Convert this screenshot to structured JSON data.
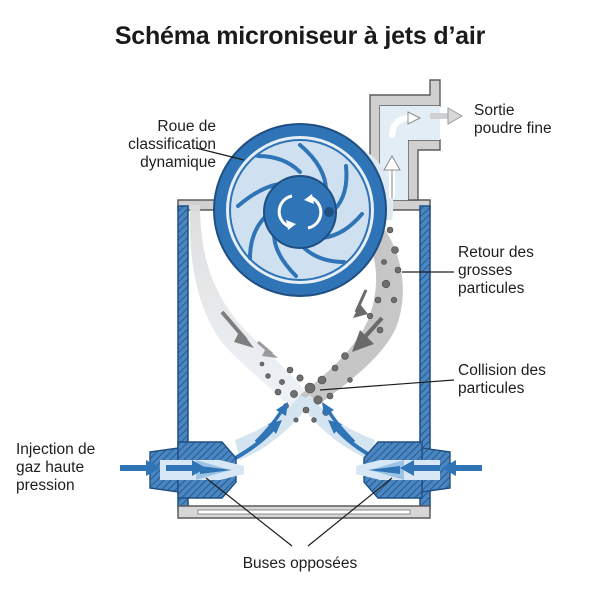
{
  "title": "Schéma microniseur à jets d’air",
  "labels": {
    "roue": [
      "Roue de",
      "classification",
      "dynamique"
    ],
    "sortie": [
      "Sortie",
      "poudre fine"
    ],
    "retour": [
      "Retour des",
      "grosses",
      "particules"
    ],
    "collision": [
      "Collision des",
      "particules"
    ],
    "injection": [
      "Injection de",
      "gaz haute",
      "pression"
    ],
    "buses": "Buses opposées"
  },
  "colors": {
    "steel_blue": "#2f74b6",
    "light_blue": "#9cc3e4",
    "pale_blue": "#dce9f5",
    "wall_gray": "#c8c8c8",
    "particle_gray": "#6e6e6e",
    "hatch": "#2c5f96"
  }
}
